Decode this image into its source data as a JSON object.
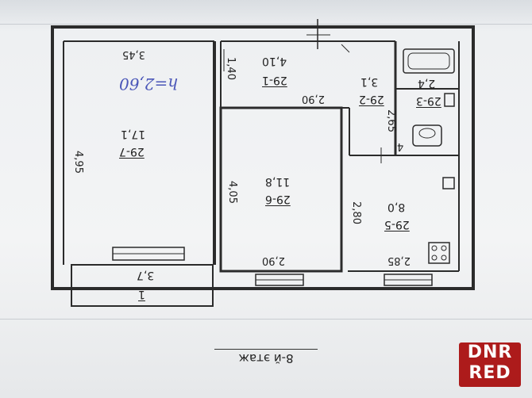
{
  "plan": {
    "floor_label": "8-й этаж",
    "ceiling_height_note": "h=2,60",
    "rooms": [
      {
        "code": "29-7",
        "area": "17,1",
        "width": "3,45",
        "length": "4,95"
      },
      {
        "code": "29-1",
        "area": "4,10",
        "width": "1,40"
      },
      {
        "code": "29-2",
        "area": "3,1",
        "width": "2,65"
      },
      {
        "code": "29-3",
        "area": "2,4"
      },
      {
        "code": "29-6",
        "area": "11,8",
        "width": "2,90",
        "width_top": "2,90",
        "length": "4,05"
      },
      {
        "code": "29-5",
        "area": "8,0",
        "width": "2,85",
        "length": "2,80"
      },
      {
        "code": "1",
        "area": "3,7"
      }
    ],
    "small_dim": "4"
  },
  "watermark": {
    "line1": "DNR",
    "line2": "RED"
  },
  "colors": {
    "wall": "#2b2b2b",
    "ink": "#4a56b8",
    "brand": "#a80a0a"
  }
}
